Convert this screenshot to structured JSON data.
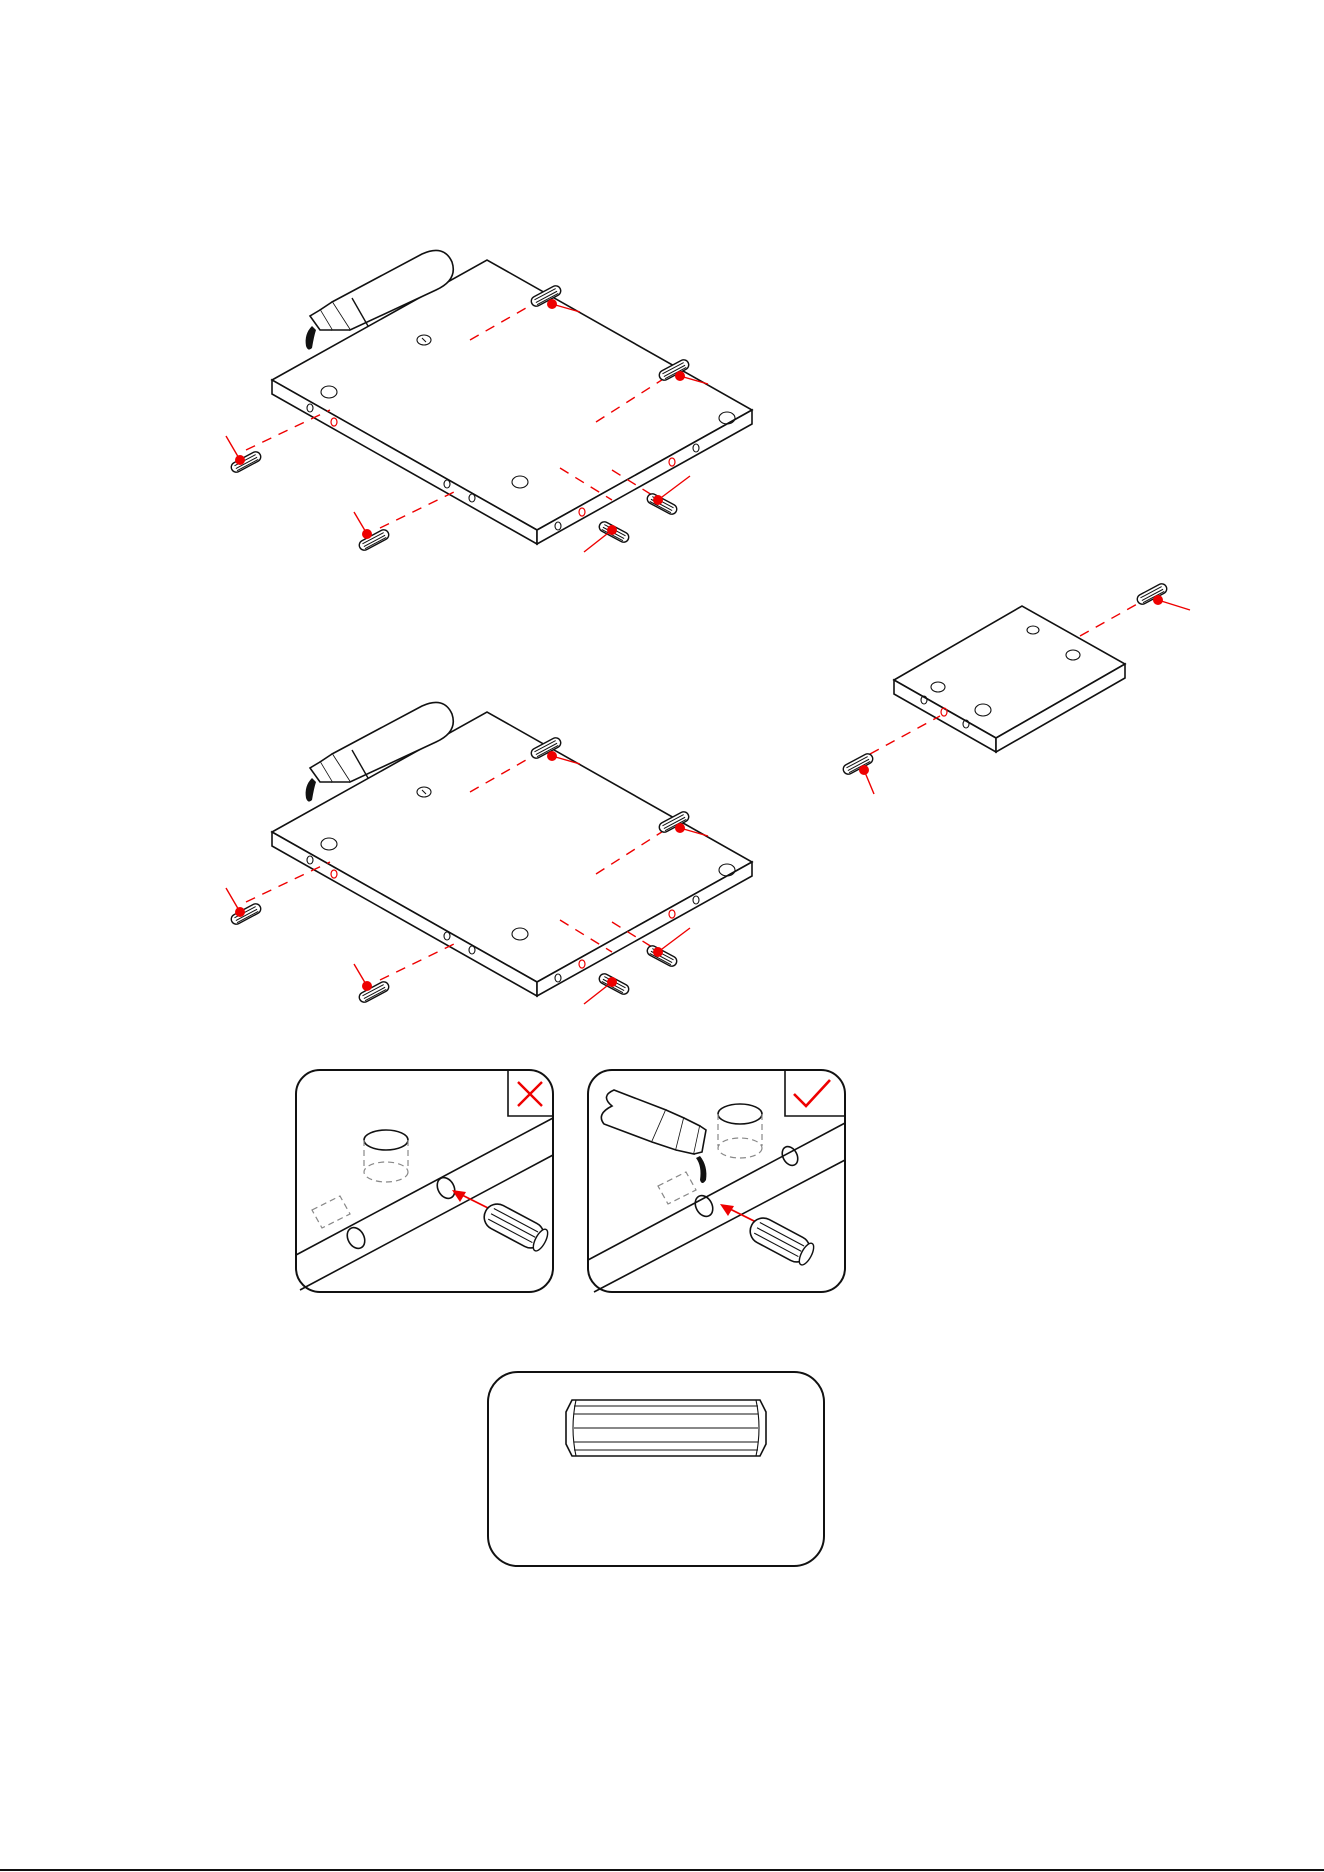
{
  "figures": [
    {
      "name": "panel-1",
      "dowel_count": 6
    },
    {
      "name": "panel-2",
      "dowel_count": 6
    },
    {
      "name": "panel-small",
      "dowel_count": 2
    }
  ],
  "callouts": {
    "wrong": {
      "mark": "cross"
    },
    "right": {
      "mark": "check"
    }
  },
  "colors": {
    "accent": "#ee0000",
    "line": "#111111"
  },
  "icons": [
    "glue-bottle-icon",
    "dowel-icon",
    "cross-icon",
    "check-icon"
  ]
}
